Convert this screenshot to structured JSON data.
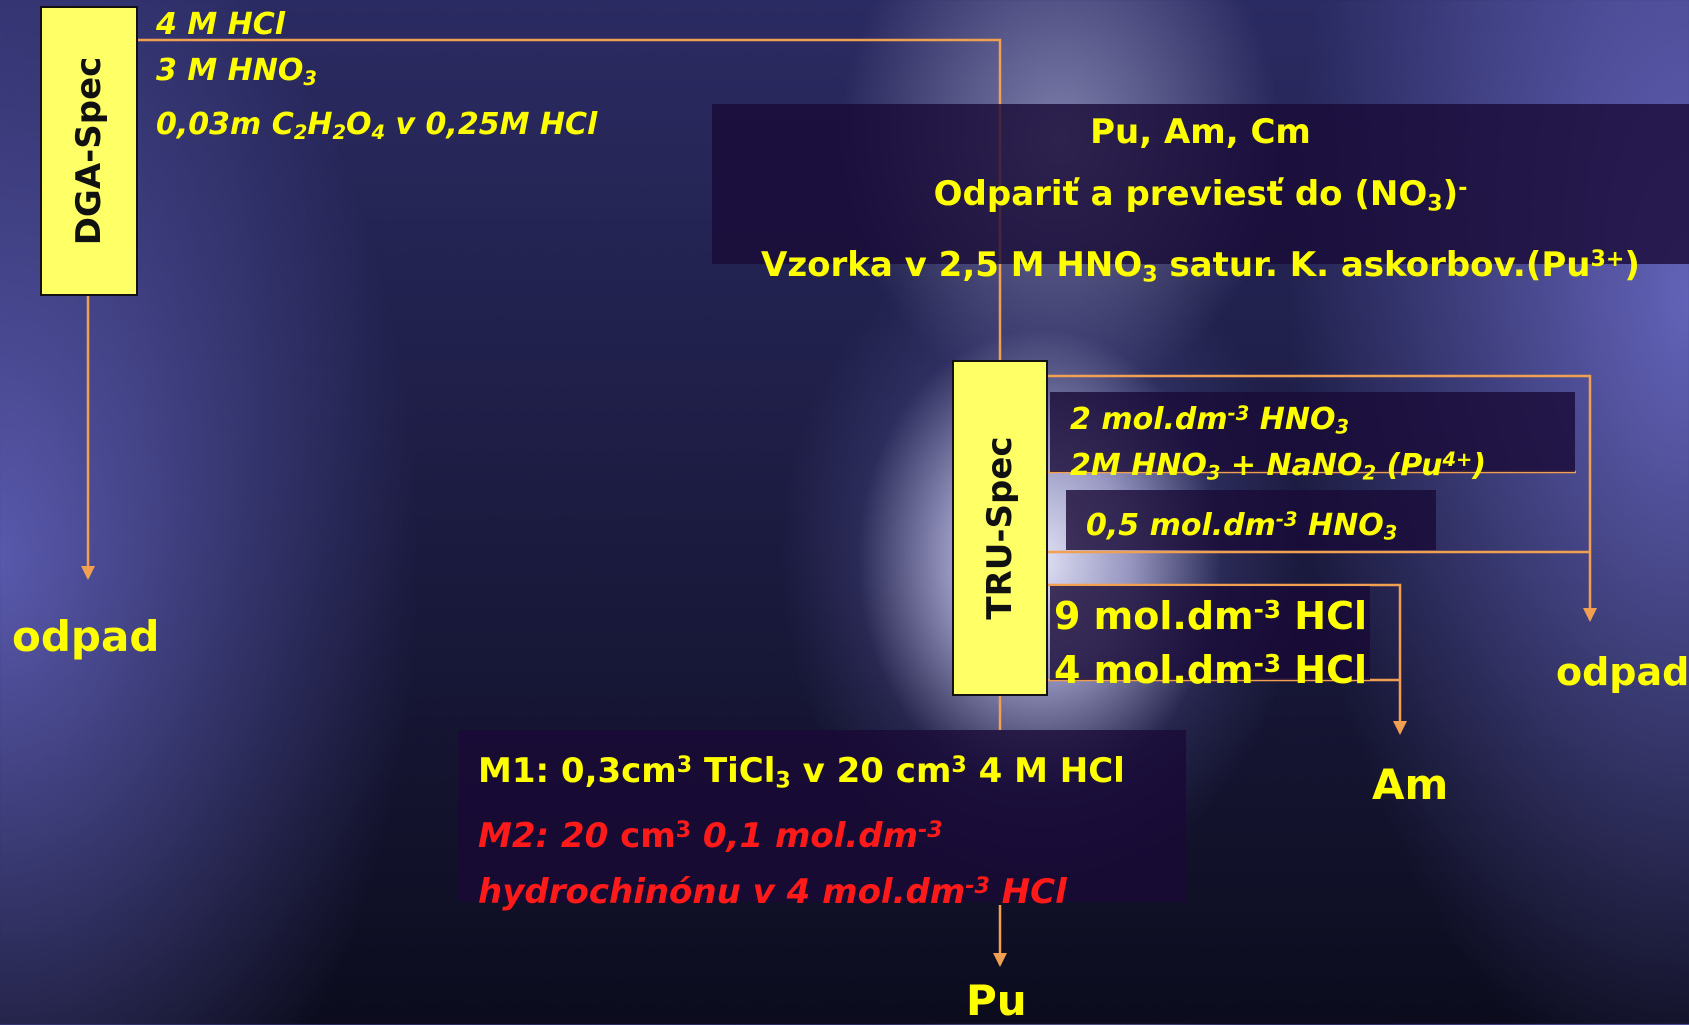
{
  "dga_column": {
    "label": "DGA-Spec"
  },
  "dga_eluents": {
    "line1": "4 M HCl",
    "line2_a": "3 M HNO",
    "line2_sub": "3",
    "line3_a": "0,03m C",
    "line3_s1": "2",
    "line3_b": "H",
    "line3_s2": "2",
    "line3_c": "O",
    "line3_s3": "4",
    "line3_d": " v 0,25M HCl"
  },
  "dga_waste": "odpad",
  "sample_box": {
    "line1": "Pu, Am, Cm",
    "line2_a": "Odpariť a previesť do (NO",
    "line2_sub": "3",
    "line2_b": ")",
    "line2_sup": "-",
    "line3_a": "Vzorka v 2,5 M HNO",
    "line3_sub": "3",
    "line3_b": " satur. K. askorbov.(Pu",
    "line3_sup": "3+",
    "line3_c": ")"
  },
  "tru_column": {
    "label": "TRU-Spec"
  },
  "tru_wash": {
    "line1_a": "2 mol.dm",
    "line1_sup": "-3",
    "line1_b": " HNO",
    "line1_sub": "3",
    "line2_a": "2M HNO",
    "line2_sub": "3",
    "line2_b": " + NaNO",
    "line2_sub2": "2",
    "line2_c": " (Pu",
    "line2_sup": "4+",
    "line2_d": ")",
    "line3_a": "0,5 mol.dm",
    "line3_sup": "-3",
    "line3_b": " HNO",
    "line3_sub": "3"
  },
  "tru_waste": "odpad",
  "am_eluent": {
    "line1_a": "9 mol.dm",
    "line1_sup": "-3",
    "line1_b": " HCl",
    "line2_a": "4 mol.dm",
    "line2_sup": "-3",
    "line2_b": " HCl"
  },
  "am_product": "Am",
  "pu_eluent": {
    "m1_a": "M1: 0,3cm",
    "m1_sup1": "3",
    "m1_b": " TiCl",
    "m1_sub": "3",
    "m1_c": " v 20 cm",
    "m1_sup2": "3",
    "m1_d": " 4 M HCl",
    "m2_a": "M2: 20 ",
    "m2_b": "cm",
    "m2_sup1": "3",
    "m2_c": " 0,1 mol.dm",
    "m2_sup2": "-3",
    "m2_line2_a": "hydrochinónu v 4 mol.dm",
    "m2_line2_sup": "-3",
    "m2_line2_b": " HCl"
  },
  "pu_product": "Pu",
  "colors": {
    "arrow": "#f0a050",
    "label": "#ffff00",
    "highlight": "#ff1a1a",
    "column_fill": "#ffff66"
  }
}
